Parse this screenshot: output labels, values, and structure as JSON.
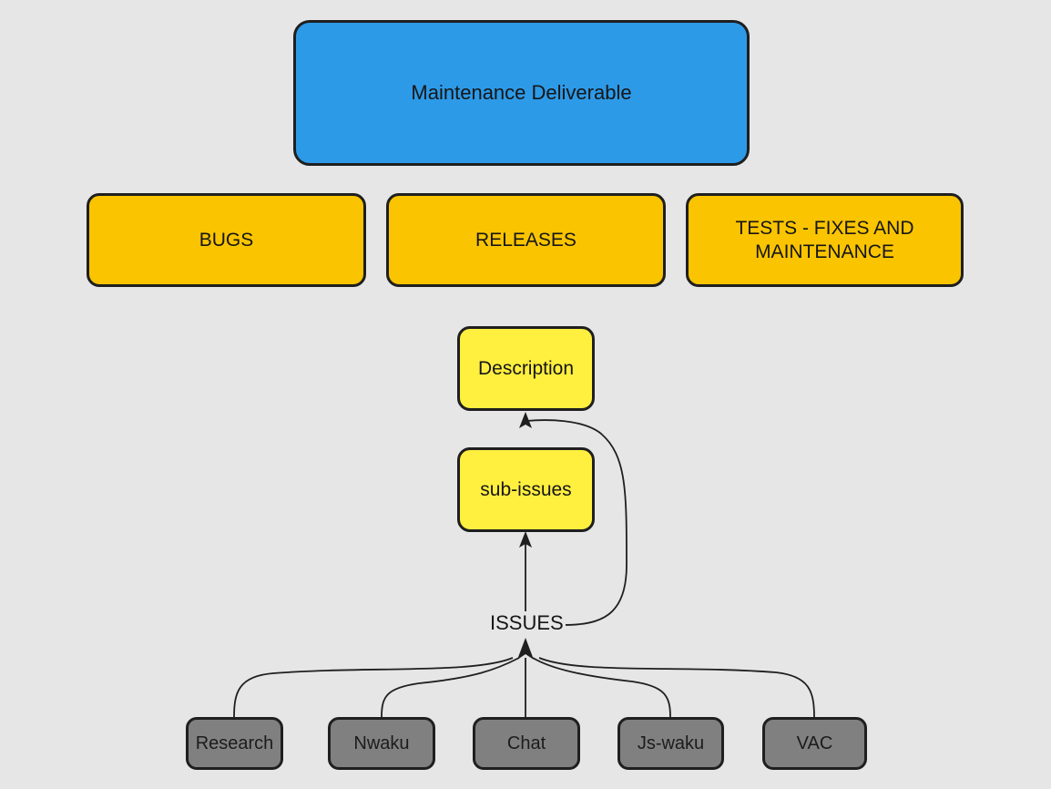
{
  "diagram": {
    "background_color": "#e6e6e6",
    "title_node": {
      "label": "Maintenance Deliverable",
      "color": "#2d9ae8"
    },
    "category_nodes": [
      {
        "label": "BUGS",
        "color": "#fac400"
      },
      {
        "label": "RELEASES",
        "color": "#fac400"
      },
      {
        "label": "TESTS - FIXES AND MAINTENANCE",
        "color": "#fac400"
      }
    ],
    "detail_nodes": [
      {
        "label": "Description",
        "color": "#ffef3f"
      },
      {
        "label": "sub-issues",
        "color": "#ffef3f"
      }
    ],
    "edge_labels": [
      {
        "label": "ISSUES"
      }
    ],
    "source_nodes": [
      {
        "label": "Research",
        "color": "#808080"
      },
      {
        "label": "Nwaku",
        "color": "#808080"
      },
      {
        "label": "Chat",
        "color": "#808080"
      },
      {
        "label": "Js-waku",
        "color": "#808080"
      },
      {
        "label": "VAC",
        "color": "#808080"
      }
    ]
  }
}
